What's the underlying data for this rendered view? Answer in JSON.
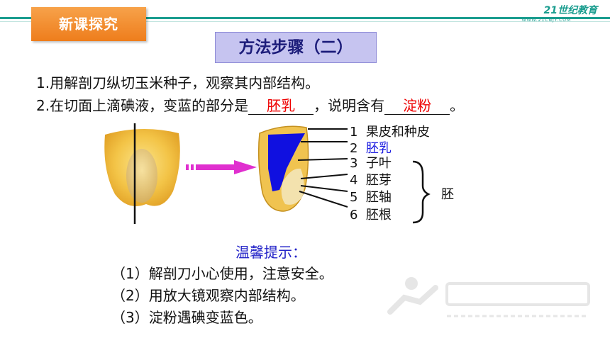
{
  "header": {
    "tag": "新课探究",
    "logo_text": "21世纪教育",
    "logo_sub": "WWW.21CNJY.COM"
  },
  "method_box": "方法步骤（二）",
  "steps": {
    "step1": "1.用解剖刀纵切玉米种子，观察其内部结构。",
    "step2_prefix": "2.在切面上滴碘液，变蓝的部分是",
    "step2_blank1": "胚乳",
    "step2_middle": "，说明含有",
    "step2_blank2": "淀粉",
    "step2_suffix": "。"
  },
  "diagram_labels": [
    {
      "num": "1",
      "text": "果皮和种皮"
    },
    {
      "num": "2",
      "text": "胚乳"
    },
    {
      "num": "3",
      "text": "子叶"
    },
    {
      "num": "4",
      "text": "胚芽"
    },
    {
      "num": "5",
      "text": "胚轴"
    },
    {
      "num": "6",
      "text": "胚根"
    }
  ],
  "embryo_label": "胚",
  "tips": {
    "title": "温馨提示：",
    "items": [
      "（1）解剖刀小心使用，注意安全。",
      "（2）用放大镜观察内部结构。",
      "（3）淀粉遇碘变蓝色。"
    ]
  },
  "colors": {
    "accent_orange": "#ee7d1c",
    "teal": "#1a9d8f",
    "highlight_blue": "#1a1ae0",
    "answer_red": "#e00000"
  }
}
